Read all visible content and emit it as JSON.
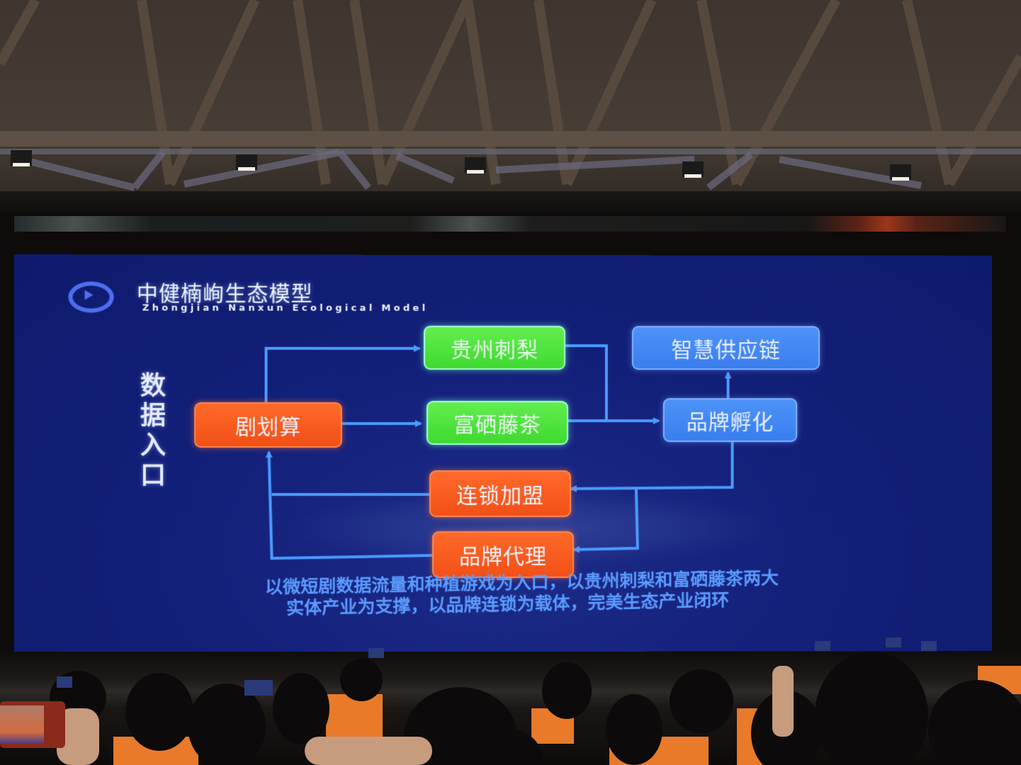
{
  "slide": {
    "title_cn": "中健楠峋生态模型",
    "title_en": "Zhongjian Nanxun Ecological Model",
    "logo_icon": "play-circle-icon",
    "side_label": [
      "数",
      "据",
      "入",
      "口"
    ],
    "boxes": {
      "entry": "剧划算",
      "product1": "贵州刺梨",
      "product2": "富硒藤茶",
      "incubation": "品牌孵化",
      "supply_chain": "智慧供应链",
      "franchise": "连锁加盟",
      "agency": "品牌代理"
    },
    "caption": {
      "line1": "以微短剧数据流量和种植游戏为入口，以贵州刺梨和富硒藤茶两大",
      "line2": "实体产业为支撑，以品牌连锁为载体，完美生态产业闭环"
    },
    "colors": {
      "background": "#13207a",
      "orange": "#f24f16",
      "green": "#4fe33c",
      "blue": "#3f84f2",
      "arrow": "#4a9bff",
      "caption": "#5b9cff"
    }
  },
  "diagram": {
    "nodes": [
      {
        "id": "entry",
        "label": "剧划算",
        "color": "orange"
      },
      {
        "id": "product1",
        "label": "贵州刺梨",
        "color": "green"
      },
      {
        "id": "product2",
        "label": "富硒藤茶",
        "color": "green"
      },
      {
        "id": "incubation",
        "label": "品牌孵化",
        "color": "blue"
      },
      {
        "id": "supply_chain",
        "label": "智慧供应链",
        "color": "blue"
      },
      {
        "id": "franchise",
        "label": "连锁加盟",
        "color": "orange"
      },
      {
        "id": "agency",
        "label": "品牌代理",
        "color": "orange"
      }
    ],
    "edges": [
      {
        "from": "entry",
        "to": "product1"
      },
      {
        "from": "entry",
        "to": "product2"
      },
      {
        "from": "product1",
        "to": "incubation"
      },
      {
        "from": "product2",
        "to": "incubation"
      },
      {
        "from": "incubation",
        "to": "supply_chain"
      },
      {
        "from": "incubation",
        "to": "franchise"
      },
      {
        "from": "incubation",
        "to": "agency"
      },
      {
        "from": "franchise",
        "to": "entry"
      },
      {
        "from": "agency",
        "to": "entry"
      }
    ]
  }
}
